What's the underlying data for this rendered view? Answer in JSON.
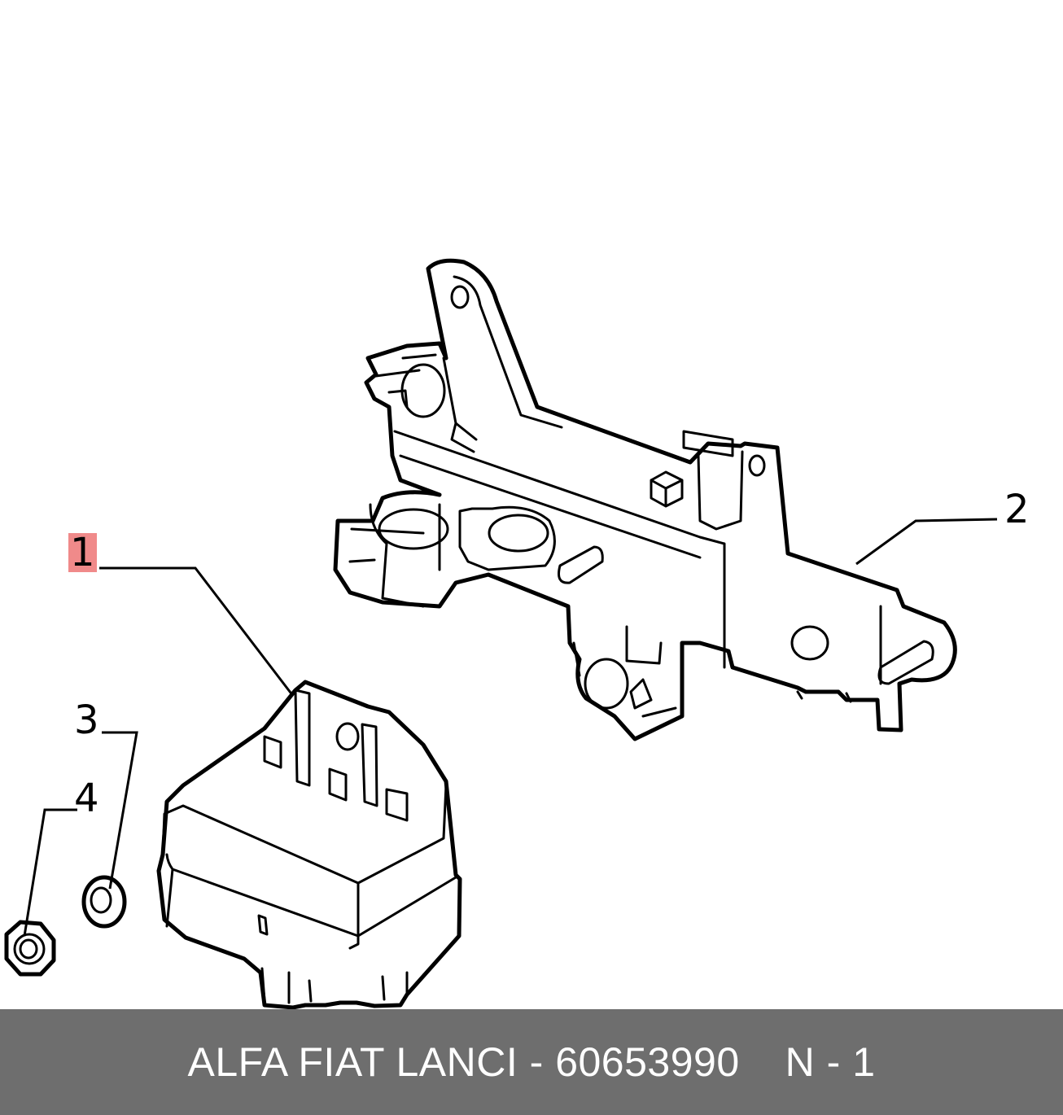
{
  "callouts": {
    "part1": "1",
    "part2": "2",
    "part3": "3",
    "part4": "4"
  },
  "footer": {
    "brand_part": "ALFA FIAT LANCI - 60653990",
    "qty": "N - 1"
  },
  "colors": {
    "footer_bg": "#6e6e6e",
    "footer_text": "#ffffff",
    "highlight": "#f08a8a"
  },
  "icons": [
    "bracket-part",
    "relay-part",
    "washer-part",
    "nut-part"
  ]
}
